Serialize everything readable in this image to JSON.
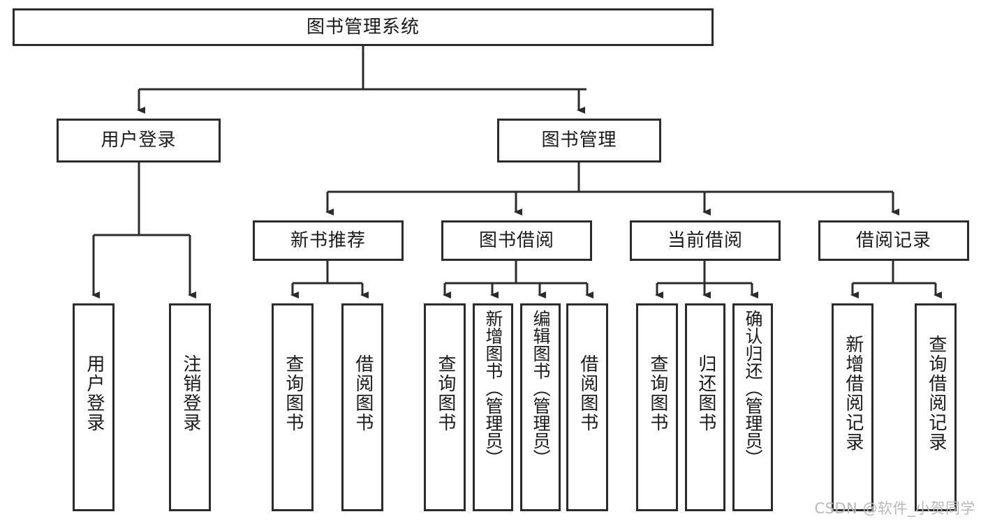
{
  "diagram": {
    "type": "tree-hierarchy",
    "title": "图书管理系统",
    "orientation": "top-down",
    "watermark": "CSDN @软件_小贺同学",
    "colors": {
      "box_border": "#2b2b2b",
      "box_fill": "#ffffff",
      "connector": "#2b2b2b",
      "text": "#1a1a1a",
      "watermark": "#b9b9b9"
    },
    "nodes": {
      "root": {
        "label": "图书管理系统"
      },
      "level2": [
        {
          "id": "user-login",
          "label": "用户登录"
        },
        {
          "id": "book-manage",
          "label": "图书管理"
        }
      ],
      "level3": [
        {
          "id": "new-book-recommend",
          "label": "新书推荐"
        },
        {
          "id": "book-borrow",
          "label": "图书借阅"
        },
        {
          "id": "current-borrow",
          "label": "当前借阅"
        },
        {
          "id": "borrow-record",
          "label": "借阅记录"
        }
      ],
      "leaves": [
        {
          "id": "leaf-user-login",
          "label": "用户登录",
          "parent": "user-login"
        },
        {
          "id": "leaf-logout-login",
          "label": "注销登录",
          "parent": "user-login"
        },
        {
          "id": "leaf-query-book-1",
          "label": "查询图书",
          "parent": "new-book-recommend"
        },
        {
          "id": "leaf-borrow-book-1",
          "label": "借阅图书",
          "parent": "new-book-recommend"
        },
        {
          "id": "leaf-query-book-2",
          "label": "查询图书",
          "parent": "book-borrow"
        },
        {
          "id": "leaf-add-book",
          "label": "新增图书（管理员）",
          "parent": "book-borrow"
        },
        {
          "id": "leaf-edit-book",
          "label": "编辑图书（管理员）",
          "parent": "book-borrow"
        },
        {
          "id": "leaf-borrow-book-2",
          "label": "借阅图书",
          "parent": "book-borrow"
        },
        {
          "id": "leaf-query-book-3",
          "label": "查询图书",
          "parent": "current-borrow"
        },
        {
          "id": "leaf-return-book",
          "label": "归还图书",
          "parent": "current-borrow"
        },
        {
          "id": "leaf-confirm-return",
          "label": "确认归还（管理员）",
          "parent": "current-borrow"
        },
        {
          "id": "leaf-add-borrow-record",
          "label": "新增借阅记录",
          "parent": "borrow-record"
        },
        {
          "id": "leaf-query-borrow-record",
          "label": "查询借阅记录",
          "parent": "borrow-record"
        }
      ]
    }
  }
}
